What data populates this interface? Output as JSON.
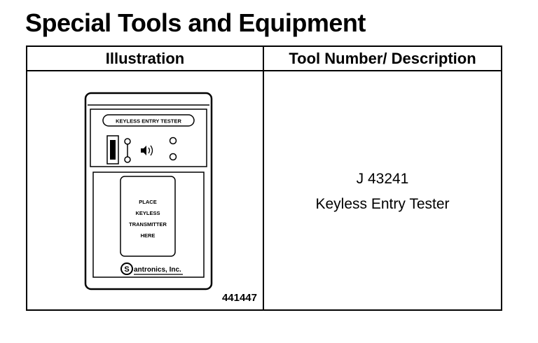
{
  "page": {
    "title": "Special Tools and Equipment"
  },
  "table": {
    "headers": {
      "illustration": "Illustration",
      "description": "Tool Number/ Description"
    },
    "rows": [
      {
        "illustration": {
          "device_label": "KEYLESS ENTRY TESTER",
          "transmitter_area_text": [
            "PLACE",
            "KEYLESS",
            "TRANSMITTER",
            "HERE"
          ],
          "brand": "antronics, Inc.",
          "figure_number": "441447"
        },
        "tool_number": "J 43241",
        "description": "Keyless Entry Tester"
      }
    ]
  }
}
